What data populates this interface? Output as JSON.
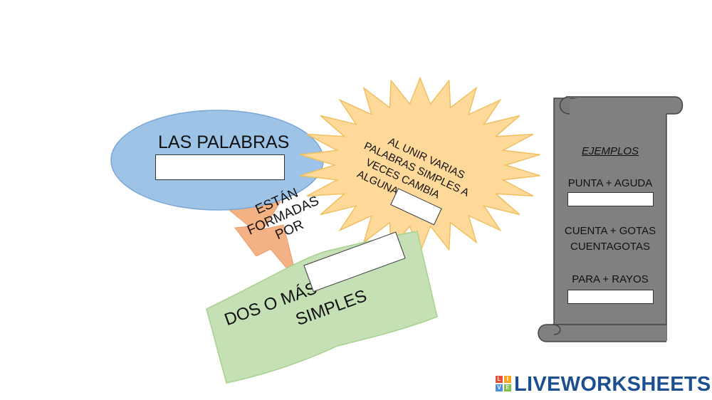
{
  "concept_map": {
    "ellipse_label": "LAS PALABRAS",
    "arrow_label_line1": "ESTÁN",
    "arrow_label_line2": "FORMADAS",
    "arrow_label_line3": "POR",
    "banner_line1": "DOS O MÁS",
    "banner_line2": "SIMPLES",
    "burst_line1": "AL UNIR VARIAS",
    "burst_line2": "PALABRAS SIMPLES A",
    "burst_line3": "VECES CAMBIA",
    "burst_line4": "ALGUNA"
  },
  "examples": {
    "title": "EJEMPLOS",
    "example1": "PUNTA + AGUDA",
    "example2_line1": "CUENTA + GOTAS",
    "example2_line2": "CUENTAGOTAS",
    "example3": "PARA + RAYOS"
  },
  "answers": {
    "ellipse_answer": "",
    "burst_answer": "",
    "banner_answer": "",
    "example1_answer": "",
    "example3_answer": ""
  },
  "branding": {
    "logo_text": "LIVEWORKSHEETS",
    "logo_badge_letters": [
      "L",
      "I",
      "V",
      "E"
    ]
  },
  "colors": {
    "ellipse_fill": "#9dc3e6",
    "arrow_fill": "#f4b183",
    "burst_fill": "#ffd999",
    "banner_fill": "#c5e0b4",
    "scroll_fill": "#808080",
    "logo_blue": "#1c4f8f"
  }
}
